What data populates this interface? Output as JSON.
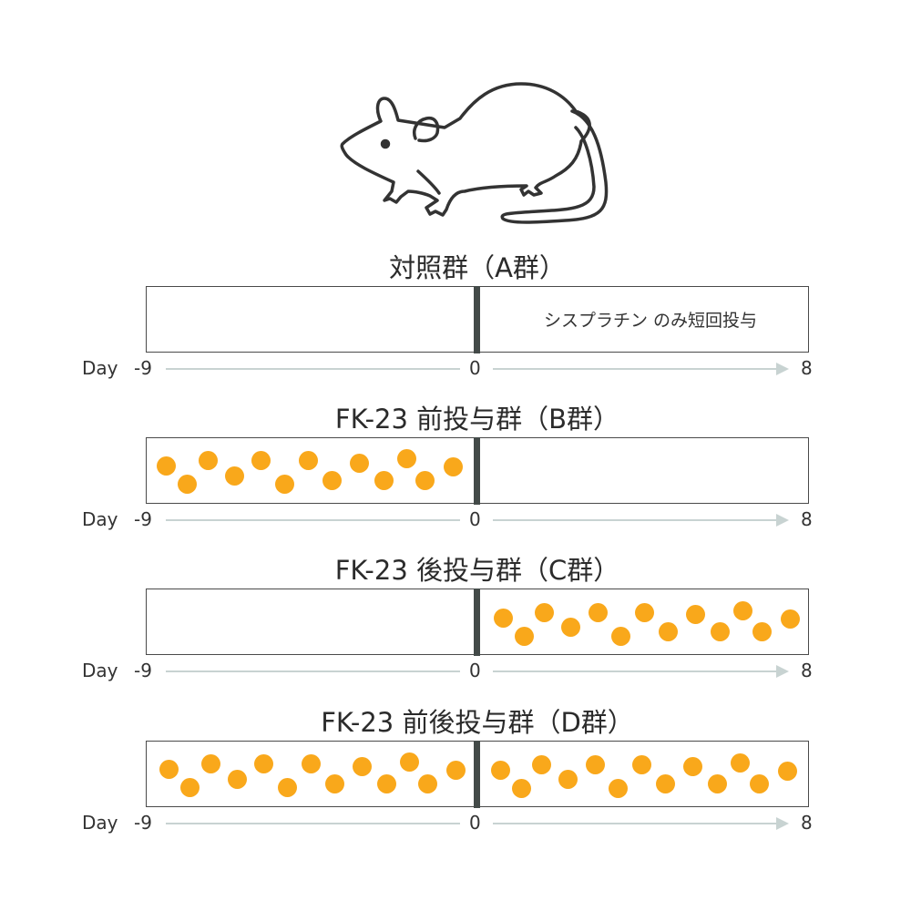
{
  "colors": {
    "dose": "#f9a81b",
    "divider": "#434a48",
    "axis": "#c8d3d2"
  },
  "mouse_icon": "mouse-icon",
  "groups": [
    {
      "title": "対照群（A群）",
      "note": "シスプラチン のみ短回投与",
      "pre": false,
      "post": false
    },
    {
      "title": "FK-23 前投与群（B群）",
      "pre": true,
      "post": false
    },
    {
      "title": "FK-23 後投与群（C群）",
      "pre": false,
      "post": true
    },
    {
      "title": "FK-23 前後投与群（D群）",
      "pre": true,
      "post": true
    }
  ],
  "axis": {
    "label": "Day",
    "start": "-9",
    "mid": "0",
    "end": "8"
  }
}
